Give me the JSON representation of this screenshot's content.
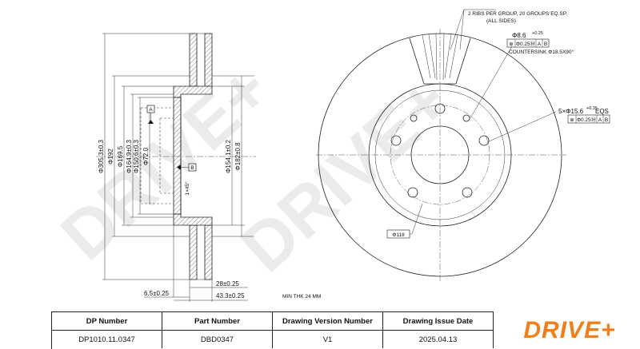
{
  "watermark": "DRIVE+",
  "left_view": {
    "diameters": [
      "Φ305.3±0.3",
      "Φ192",
      "Φ169.5",
      "Φ164.9±0.3",
      "Φ150.6±0.3",
      "Φ72.0",
      "Φ154.1±0.2",
      "Φ182±0.8"
    ],
    "bottom_dims": [
      "28±0.25",
      "6.5±0.25",
      "43.3±0.25"
    ],
    "chamfer": "1×45°",
    "datum_a": "A",
    "datum_b": "B",
    "min_thickness": "MIN THK 24 MM"
  },
  "right_view": {
    "ribs_note": "2 RIBS PER GROUP, 20 GROUPS EQ.SP.",
    "all_sides": "(ALL SIDES)",
    "hole_small": "Φ8.6",
    "hole_small_tol": "+0.25",
    "hole_small_fcf": [
      "⊕",
      "Φ0.25Ⓜ",
      "A",
      "B"
    ],
    "countersink": "COUNTERSINK Φ18.5X90°",
    "bolt_holes": "5×Φ15.6",
    "bolt_holes_tol": "+0.35",
    "bolt_holes_eqs": "EQS",
    "bolt_holes_fcf": [
      "⊕",
      "Φ0.25Ⓜ",
      "A",
      "B"
    ],
    "pcd": "Φ118"
  },
  "title_block": {
    "headers": [
      "DP Number",
      "Part Number",
      "Drawing Version Number",
      "Drawing Issue Date"
    ],
    "values": [
      "DP1010.11.0347",
      "DBD0347",
      "V1",
      "2025.04.13"
    ]
  },
  "logo": "DRIVE+",
  "colors": {
    "brand_orange": "#f07e1a",
    "line": "#222222",
    "watermark": "#e4e4e4"
  }
}
